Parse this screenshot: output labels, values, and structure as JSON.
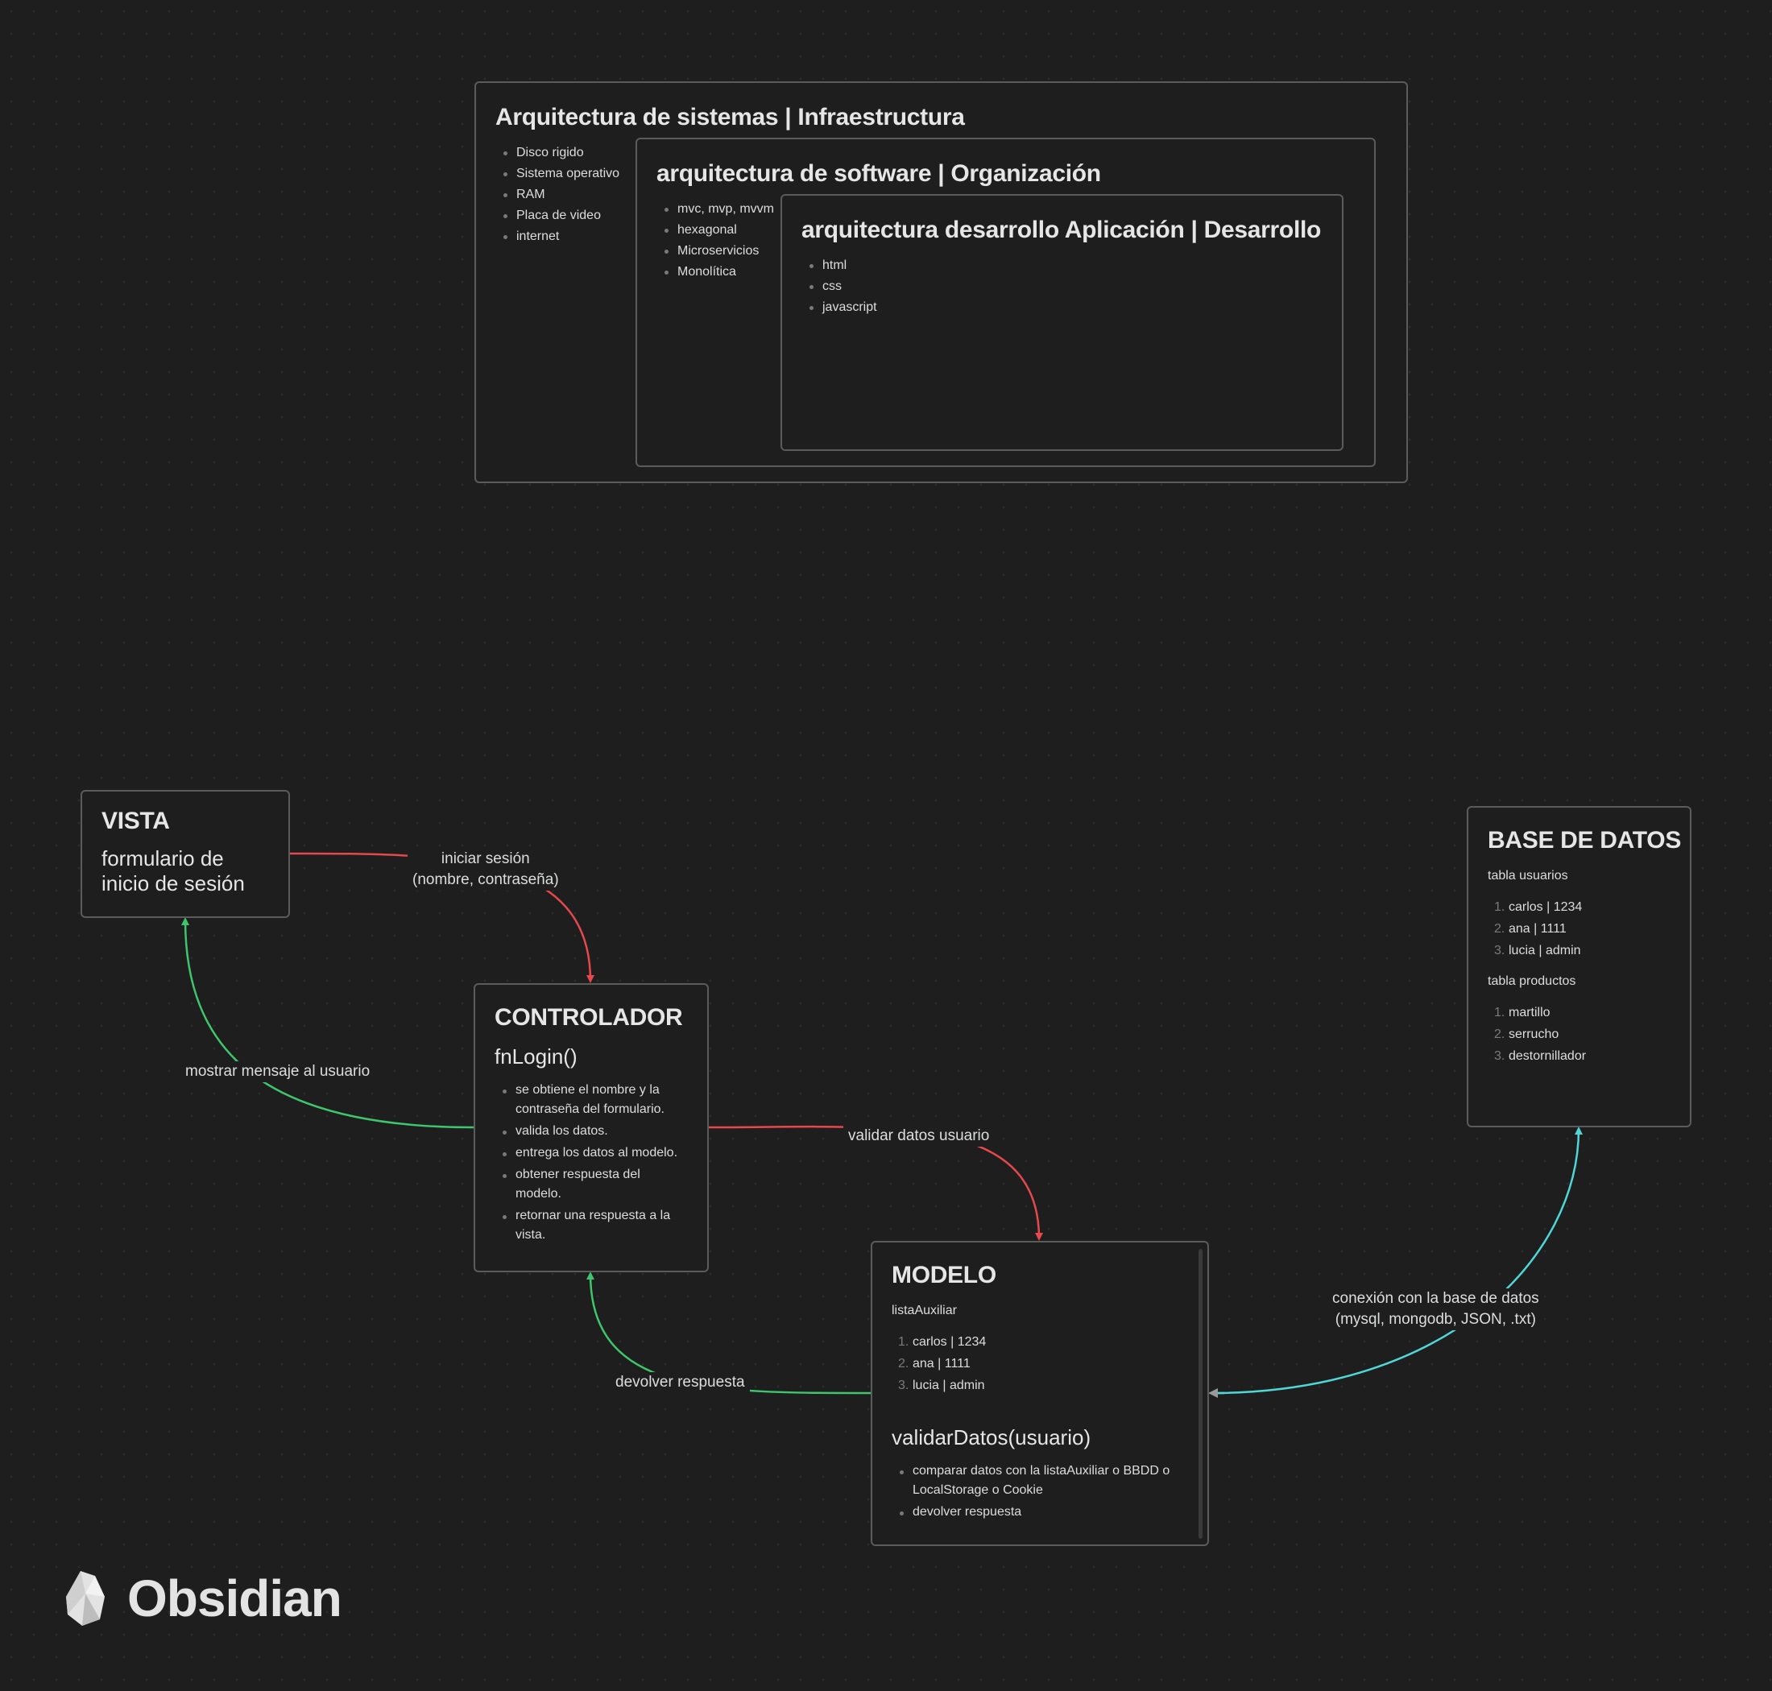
{
  "arch": {
    "sistemas": {
      "title": "Arquitectura de sistemas | Infraestructura",
      "items": [
        "Disco rigido",
        "Sistema operativo",
        "RAM",
        "Placa de video",
        "internet"
      ]
    },
    "software": {
      "title": "arquitectura de software | Organización",
      "items": [
        "mvc, mvp, mvvm",
        "hexagonal",
        "Microservicios",
        "Monolítica"
      ]
    },
    "desarrollo": {
      "title": "arquitectura desarrollo Aplicación | Desarrollo",
      "items": [
        "html",
        "css",
        "javascript"
      ]
    }
  },
  "vista": {
    "title": "VISTA",
    "subtitle_line1": "formulario de",
    "subtitle_line2": "inicio de sesión"
  },
  "controlador": {
    "title": "CONTROLADOR",
    "function": "fnLogin()",
    "items": [
      "se obtiene el nombre y la contraseña del formulario.",
      "valida los datos.",
      "entrega los datos al modelo.",
      "obtener respuesta del modelo.",
      "retornar una respuesta a la vista."
    ]
  },
  "modelo": {
    "title": "MODELO",
    "list_title": "listaAuxiliar",
    "list": [
      "carlos | 1234",
      "ana | 1111",
      "lucia | admin"
    ],
    "function": "validarDatos(usuario)",
    "items": [
      "comparar datos con la listaAuxiliar o BBDD o LocalStorage o Cookie",
      "devolver respuesta"
    ]
  },
  "bd": {
    "title": "BASE DE DATOS",
    "table1_title": "tabla usuarios",
    "table1": [
      "carlos | 1234",
      "ana | 1111",
      "lucia | admin"
    ],
    "table2_title": "tabla productos",
    "table2": [
      "martillo",
      "serrucho",
      "destornillador"
    ]
  },
  "edges": {
    "iniciar_line1": "iniciar sesión",
    "iniciar_line2": "(nombre, contraseña)",
    "mostrar": "mostrar mensaje al usuario",
    "validar": "validar datos usuario",
    "devolver": "devolver respuesta",
    "conexion_line1": "conexión con la base de datos",
    "conexion_line2": "(mysql, mongodb, JSON, .txt)"
  },
  "colors": {
    "red": "#e5484d",
    "green": "#3fc56b",
    "cyan": "#4fd6d6",
    "gray": "#9a9a9a"
  },
  "logo": {
    "text": "Obsidian",
    "icon": "obsidian-gem-icon"
  }
}
